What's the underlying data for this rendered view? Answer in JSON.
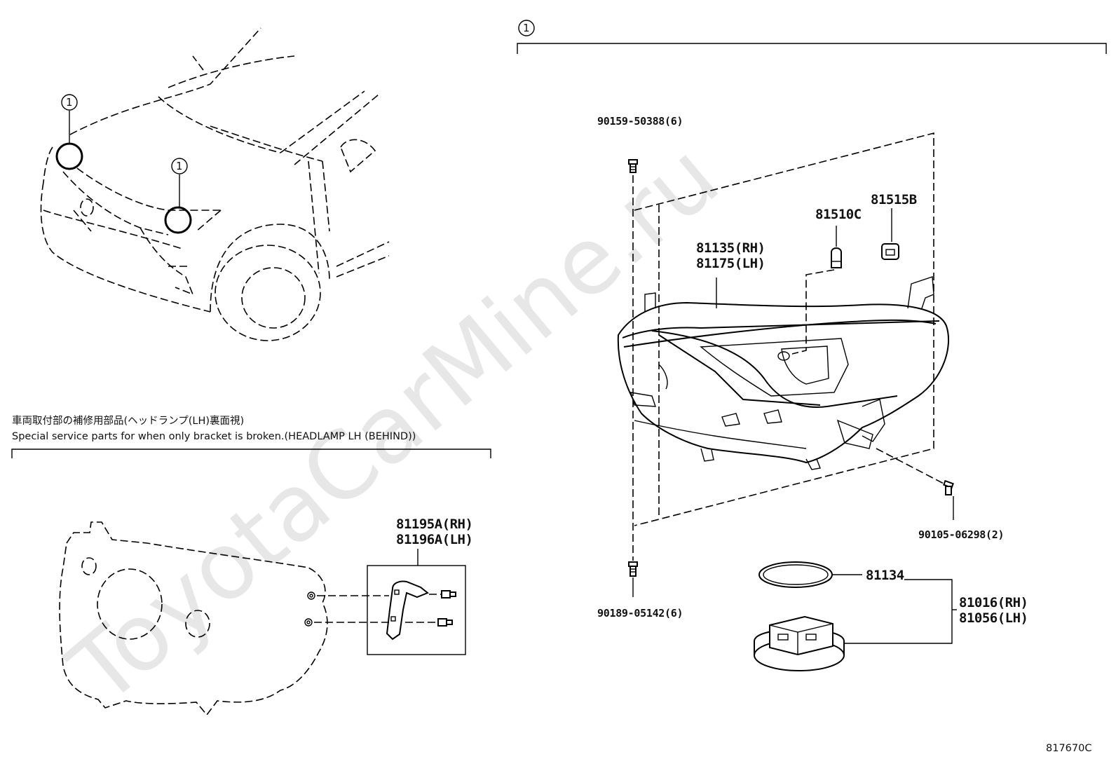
{
  "watermark": "ToyotaCarMine.ru",
  "callout_number": "1",
  "japanese_note": "車両取付部の補修用部品(ヘッドランプ(LH)裏面視)",
  "english_note": "Special service parts for when only bracket is broken.(HEADLAMP LH (BEHIND))",
  "parts": {
    "screw_top": "90159-50388(6)",
    "bulb_wedge": "81510C",
    "socket": "81515B",
    "headlamp_rh": "81135(RH)",
    "headlamp_lh": "81175(LH)",
    "screw_right": "90105-06298(2)",
    "screw_bottom": "90189-05142(6)",
    "gasket": "81134",
    "computer_rh": "81016(RH)",
    "computer_lh": "81056(LH)",
    "bracket_rh": "81195A(RH)",
    "bracket_lh": "81196A(LH)"
  },
  "figure_code": "817670C"
}
